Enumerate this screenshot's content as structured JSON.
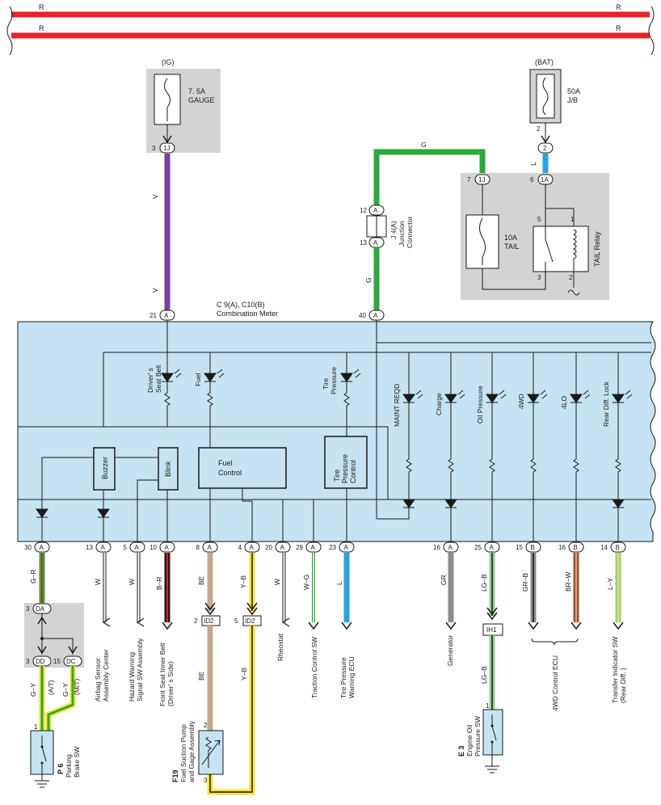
{
  "power_lines": [
    {
      "label": "R"
    },
    {
      "label": "R"
    }
  ],
  "fuses": {
    "ig": {
      "source": "(IG)",
      "rating": "7. 5A",
      "name": "GAUGE",
      "pin": "3",
      "connector": "1J",
      "wire": "V"
    },
    "bat": {
      "source": "(BAT)",
      "rating": "50A",
      "name": "J/B",
      "pin": "2",
      "connector": "2",
      "wire": "L"
    },
    "tail_fuse": {
      "rating": "10A",
      "name": "TAIL",
      "pin": "7",
      "connector": "1J"
    },
    "tail_relay": {
      "name": "TAIL Relay",
      "pin": "6",
      "connector": "1A",
      "terminals": [
        "5",
        "1",
        "3",
        "2"
      ]
    }
  },
  "junction": {
    "id": "J 4(A)",
    "name": "Junction",
    "name2": "Connector",
    "pins": [
      "12",
      "13"
    ],
    "connector": "A",
    "wire_in": "G",
    "wire_out": "G"
  },
  "meter": {
    "title": "C 9(A), C10(B)",
    "name": "Combination Meter",
    "top_pins": [
      {
        "pin": "21",
        "conn": "A"
      },
      {
        "pin": "40",
        "conn": "A"
      }
    ],
    "indicators": [
      {
        "label": "Driver' s",
        "label2": "Seat Belt"
      },
      {
        "label": "Fuel"
      },
      {
        "label": "Tire",
        "label2": "Pressure"
      },
      {
        "label": "MAINT REQD"
      },
      {
        "label": "Charge"
      },
      {
        "label": "Oil Pressure"
      },
      {
        "label": "4WD"
      },
      {
        "label": "4LO"
      },
      {
        "label": "Rear Diff.  Lock"
      }
    ],
    "blocks": [
      {
        "label": "Buzzer"
      },
      {
        "label": "Blink"
      },
      {
        "label": "Fuel",
        "label2": "Control"
      },
      {
        "label": "Tire",
        "label2": "Pressure",
        "label3": "Control"
      }
    ]
  },
  "bottom_pins": [
    {
      "pin": "30",
      "conn": "A",
      "wire": "G–R",
      "color": "#2da83a",
      "stripe": "#d8232a"
    },
    {
      "pin": "13",
      "conn": "A",
      "wire": "W",
      "dest": "Airbag Sensor",
      "dest2": "Assembly Center"
    },
    {
      "pin": "5",
      "conn": "A",
      "wire": "W",
      "dest": "Hazard Warning",
      "dest2": "Signal SW Assembly"
    },
    {
      "pin": "10",
      "conn": "A",
      "wire": "B–R",
      "dest": "Front Seat Inner Belt",
      "dest2": "(Driver' s Side)"
    },
    {
      "pin": "8",
      "conn": "A",
      "wire": "BE"
    },
    {
      "pin": "4",
      "conn": "A",
      "wire": "Y–B"
    },
    {
      "pin": "20",
      "conn": "A",
      "wire": "W",
      "dest": "Rheostat"
    },
    {
      "pin": "29",
      "conn": "A",
      "wire": "W–G",
      "dest": "Traction Control SW"
    },
    {
      "pin": "23",
      "conn": "A",
      "wire": "L",
      "dest": "Tire Pressure",
      "dest2": "Warning ECU"
    },
    {
      "pin": "16",
      "conn": "A",
      "wire": "GR",
      "dest": "Generator"
    },
    {
      "pin": "25",
      "conn": "A",
      "wire": "LG–B"
    },
    {
      "pin": "15",
      "conn": "B",
      "wire": "GR–B"
    },
    {
      "pin": "16",
      "conn": "B",
      "wire": "BR–W"
    },
    {
      "pin": "14",
      "conn": "B",
      "wire": "L–Y",
      "dest": "Transfer Indicator SW",
      "dest2": "(Rear Diff. )"
    }
  ],
  "id2": {
    "pins": [
      "2",
      "5"
    ],
    "label": "ID2",
    "wire_be": "BE",
    "wire_yb": "Y–B"
  },
  "ih1": {
    "label": "IH1",
    "wire": "LG–B"
  },
  "ecu_4wd": {
    "label": "4WD Control ECU"
  },
  "brake": {
    "da_pin": "3",
    "da": "DA",
    "dd_pin": "3",
    "dd": "DD",
    "dc_pin": "15",
    "dc": "DC",
    "wire_left": "G–Y",
    "at": "(A/T)",
    "wire_right": "G–Y",
    "mt": "(M/T)",
    "sw_pin": "1",
    "code": "P 6",
    "name": "Parking",
    "name2": "Brake SW"
  },
  "fuel_pump": {
    "code": "F19",
    "name": "Fuel Suction Pump",
    "name2": "and Gage Assembly",
    "pins": [
      "2",
      "3"
    ]
  },
  "oil_sw": {
    "code": "E 3",
    "name": "Engine Oil",
    "name2": "Pressure SW",
    "pin": "1"
  },
  "colors": {
    "power": "#e8222b",
    "violet": "#7a3ea0",
    "green": "#2da83a",
    "blue": "#29a3e0",
    "meter_fill": "#c5e3f2",
    "gray_box": "#d3d3d3",
    "beige": "#c2a98d",
    "yellow": "#ffe22a",
    "gray_wire": "#8c8c8c",
    "brown": "#a0522d",
    "light_green": "#8ed196"
  }
}
